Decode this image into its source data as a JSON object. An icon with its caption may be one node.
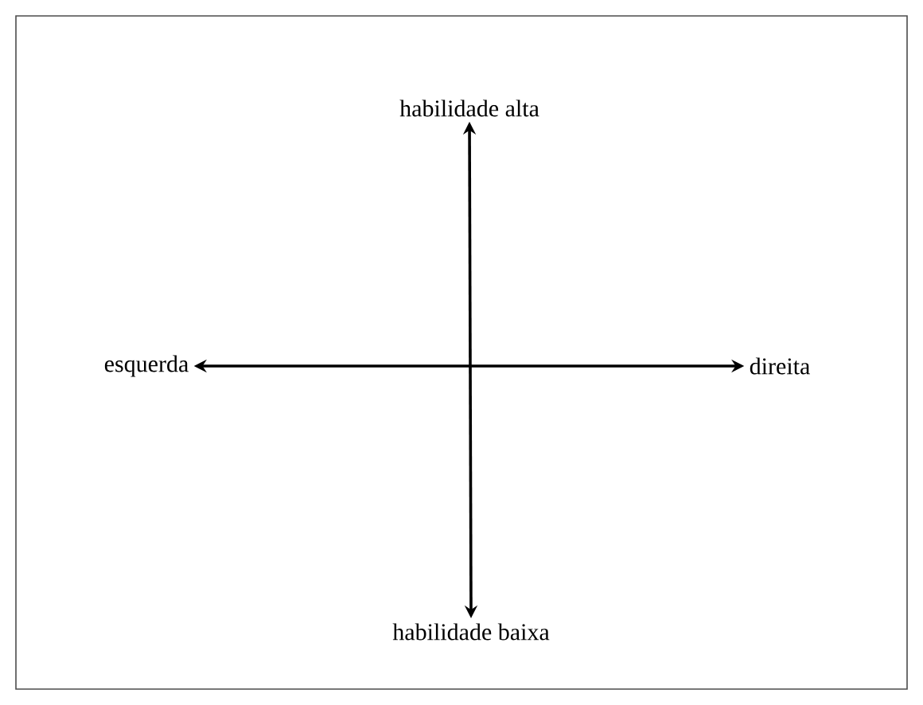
{
  "diagram": {
    "nodes": [
      {
        "text": [
          "habilidade alta"
        ]
      },
      {
        "text": [
          "esquerda"
        ]
      },
      {
        "text": [
          "direita"
        ]
      },
      {
        "text": [
          "habilidade baixa"
        ]
      }
    ],
    "edges": [
      {
        "from": 0,
        "to": 3,
        "arrow": "both"
      },
      {
        "from": 1,
        "to": 2,
        "arrow": "both"
      }
    ]
  }
}
